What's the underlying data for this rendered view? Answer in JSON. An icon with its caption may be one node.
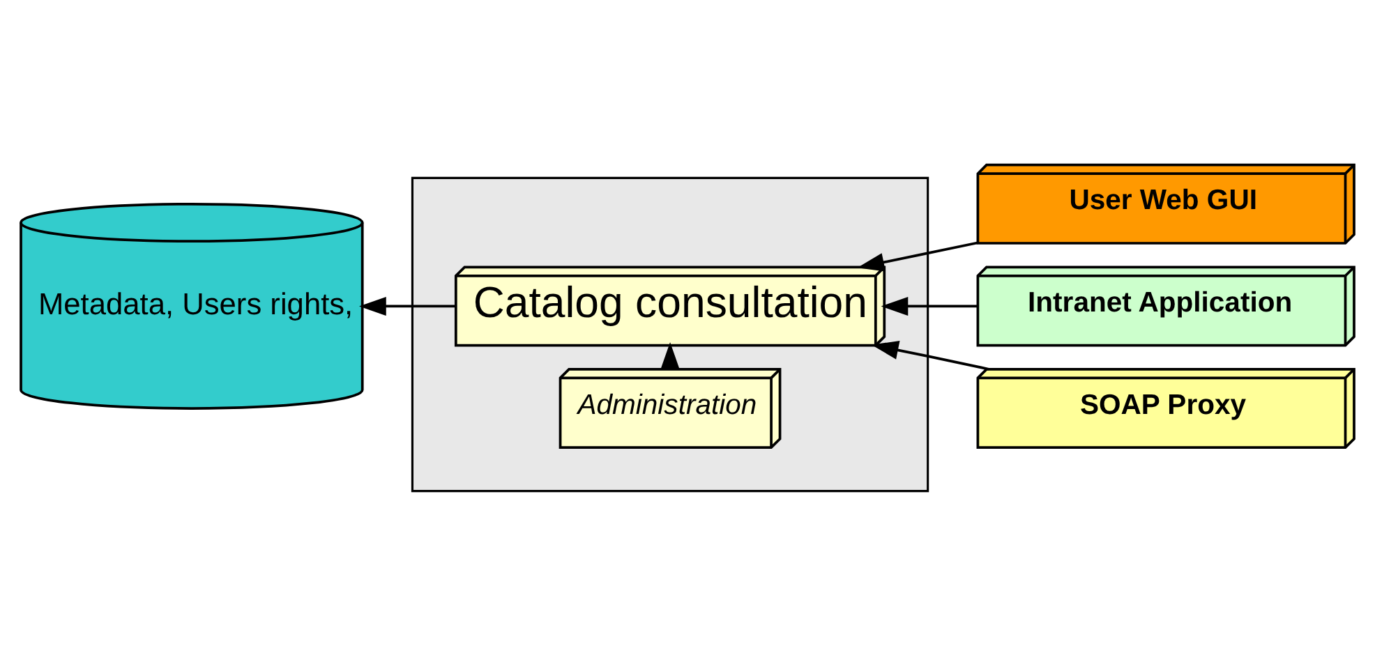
{
  "diagram": {
    "nodes": [
      {
        "text": [],
        "shape": "box"
      },
      {
        "text": [
          "Administration"
        ],
        "in": 0
      },
      {
        "text": [
          "Catalog consultation"
        ],
        "in": 0
      },
      {
        "text": [
          "User Web GUI"
        ]
      },
      {
        "text": [
          "Intranet Application"
        ]
      },
      {
        "text": [
          "SOAP Proxy"
        ]
      },
      {
        "text": [
          "Metadata, Users rights,"
        ]
      }
    ],
    "edges": [
      {
        "from": 1,
        "to": 2,
        "arrow": "to"
      },
      {
        "from": 3,
        "to": 2,
        "arrow": "to"
      },
      {
        "from": 4,
        "to": 2,
        "arrow": "to"
      },
      {
        "from": 5,
        "to": 2,
        "arrow": "to"
      },
      {
        "from": 2,
        "to": 6,
        "arrow": "to"
      }
    ]
  }
}
